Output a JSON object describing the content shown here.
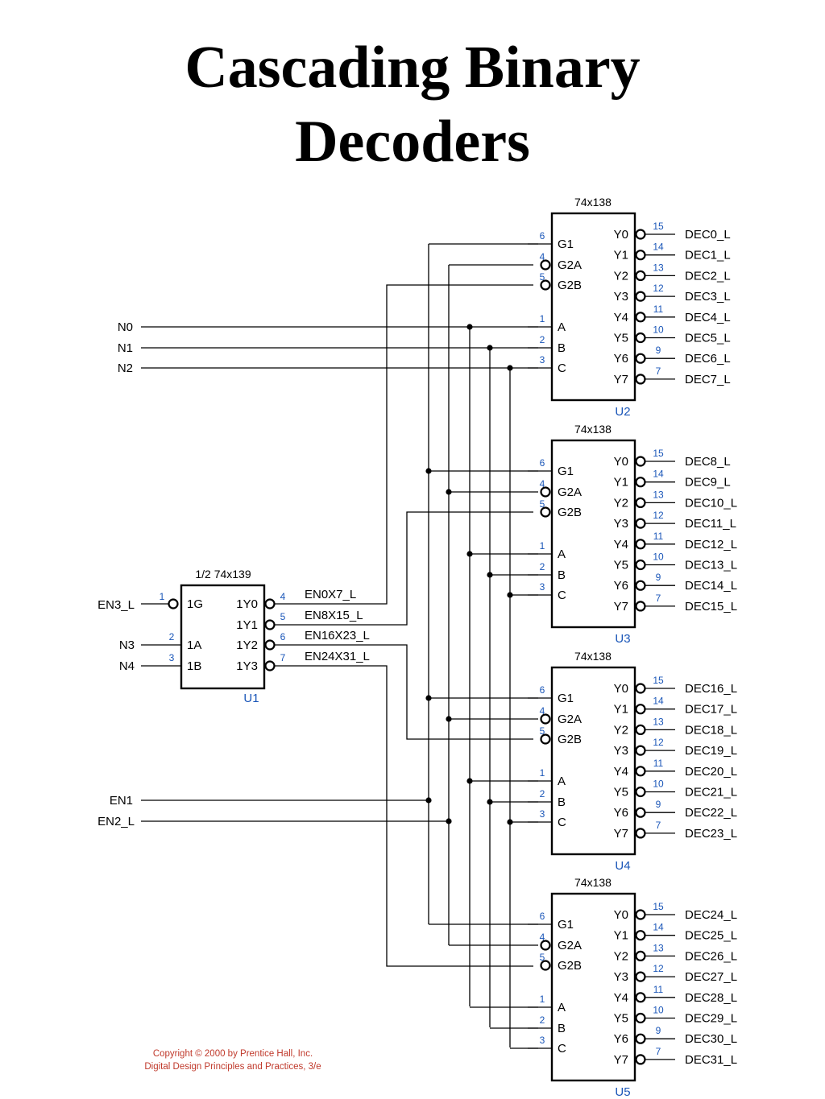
{
  "title_lines": [
    "Cascading Binary",
    "Decoders"
  ],
  "inputs": {
    "n": [
      "N0",
      "N1",
      "N2"
    ],
    "u1": [
      "EN3_L",
      "N3",
      "N4"
    ],
    "en": [
      "EN1",
      "EN2_L"
    ]
  },
  "u1": {
    "part": "1/2 74x139",
    "ref": "U1",
    "left_pins": [
      {
        "label": "1G",
        "num": "1"
      },
      {
        "label": "1A",
        "num": "2"
      },
      {
        "label": "1B",
        "num": "3"
      }
    ],
    "right_pins": [
      {
        "label": "1Y0",
        "num": "4"
      },
      {
        "label": "1Y1",
        "num": "5"
      },
      {
        "label": "1Y2",
        "num": "6"
      },
      {
        "label": "1Y3",
        "num": "7"
      }
    ],
    "outputs": [
      "EN0X7_L",
      "EN8X15_L",
      "EN16X23_L",
      "EN24X31_L"
    ]
  },
  "decoder_part": "74x138",
  "decoder_left_pins": [
    {
      "label": "G1",
      "num": "6"
    },
    {
      "label": "G2A",
      "num": "4"
    },
    {
      "label": "G2B",
      "num": "5"
    },
    {
      "label": "A",
      "num": "1"
    },
    {
      "label": "B",
      "num": "2"
    },
    {
      "label": "C",
      "num": "3"
    }
  ],
  "decoder_outputs": [
    "Y0",
    "Y1",
    "Y2",
    "Y3",
    "Y4",
    "Y5",
    "Y6",
    "Y7"
  ],
  "decoder_output_nums": [
    "15",
    "14",
    "13",
    "12",
    "11",
    "10",
    "9",
    "7"
  ],
  "decoders": [
    {
      "ref": "U2",
      "signals": [
        "DEC0_L",
        "DEC1_L",
        "DEC2_L",
        "DEC3_L",
        "DEC4_L",
        "DEC5_L",
        "DEC6_L",
        "DEC7_L"
      ]
    },
    {
      "ref": "U3",
      "signals": [
        "DEC8_L",
        "DEC9_L",
        "DEC10_L",
        "DEC11_L",
        "DEC12_L",
        "DEC13_L",
        "DEC14_L",
        "DEC15_L"
      ]
    },
    {
      "ref": "U4",
      "signals": [
        "DEC16_L",
        "DEC17_L",
        "DEC18_L",
        "DEC19_L",
        "DEC20_L",
        "DEC21_L",
        "DEC22_L",
        "DEC23_L"
      ]
    },
    {
      "ref": "U5",
      "signals": [
        "DEC24_L",
        "DEC25_L",
        "DEC26_L",
        "DEC27_L",
        "DEC28_L",
        "DEC29_L",
        "DEC30_L",
        "DEC31_L"
      ]
    }
  ],
  "copyright": [
    "Copyright © 2000 by Prentice Hall, Inc.",
    "Digital Design Principles and Practices, 3/e"
  ]
}
